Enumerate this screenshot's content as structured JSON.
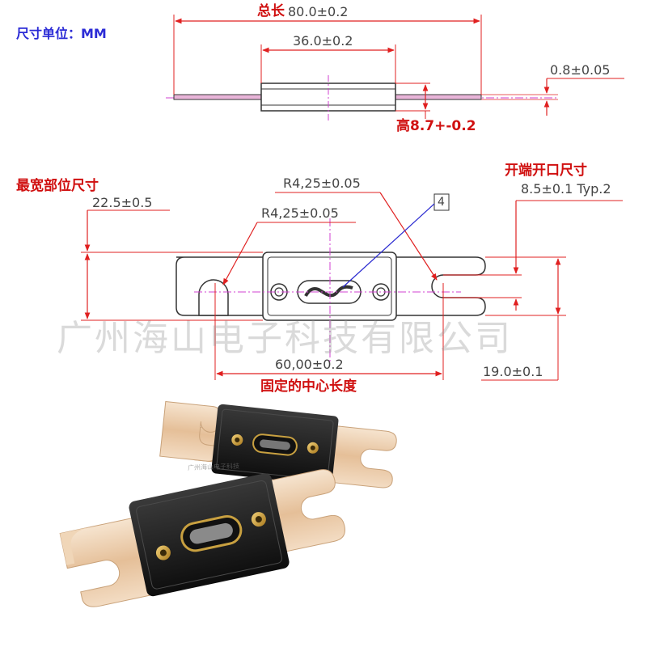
{
  "labels": {
    "unit": "尺寸单位：MM",
    "total_length_prefix": "总长",
    "total_length": "80.0±0.2",
    "body_length": "36.0±0.2",
    "thickness": "0.8±0.05",
    "height": "高8.7+-0.2",
    "widest_title": "最宽部位尺寸",
    "widest_value": "22.5±0.5",
    "radius_top": "R4,25±0.05",
    "radius_left": "R4,25±0.05",
    "callout_number": "4",
    "open_end_title": "开端开口尺寸",
    "open_end_value": "8.5±0.1 Typ.2",
    "center_length": "60,00±0.2",
    "center_length_title": "固定的中心长度",
    "blade_width": "19.0±0.1"
  },
  "watermark": {
    "main": "广州海山电子科技有限公司",
    "small": "广州海山电子科技"
  },
  "colors": {
    "dimension_line": "#e02020",
    "centerline": "#d040d0",
    "outline": "#333333",
    "blue_text": "#2b2bd6",
    "red_text": "#d01010",
    "leader": "#2a2ad0",
    "fuse_body": "#1a1a1a",
    "blade": "#e9c9a6"
  }
}
